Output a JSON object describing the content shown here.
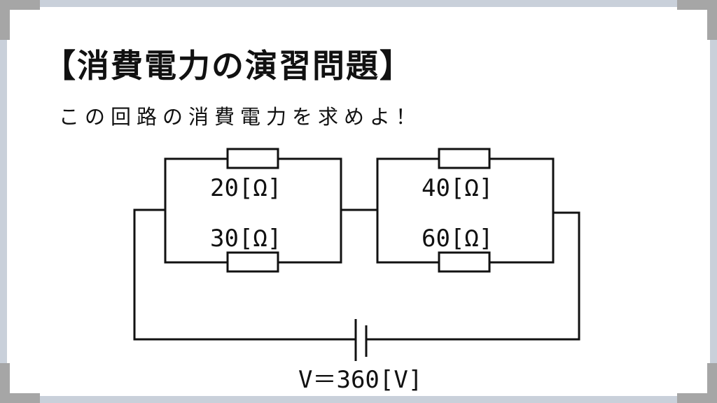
{
  "title": "【消費電力の演習問題】",
  "question": "この回路の消費電力を求めよ！",
  "circuit": {
    "resistors": [
      {
        "label": "20[Ω]"
      },
      {
        "label": "30[Ω]"
      },
      {
        "label": "40[Ω]"
      },
      {
        "label": "60[Ω]"
      }
    ],
    "voltage_label": "V＝360[V]"
  }
}
